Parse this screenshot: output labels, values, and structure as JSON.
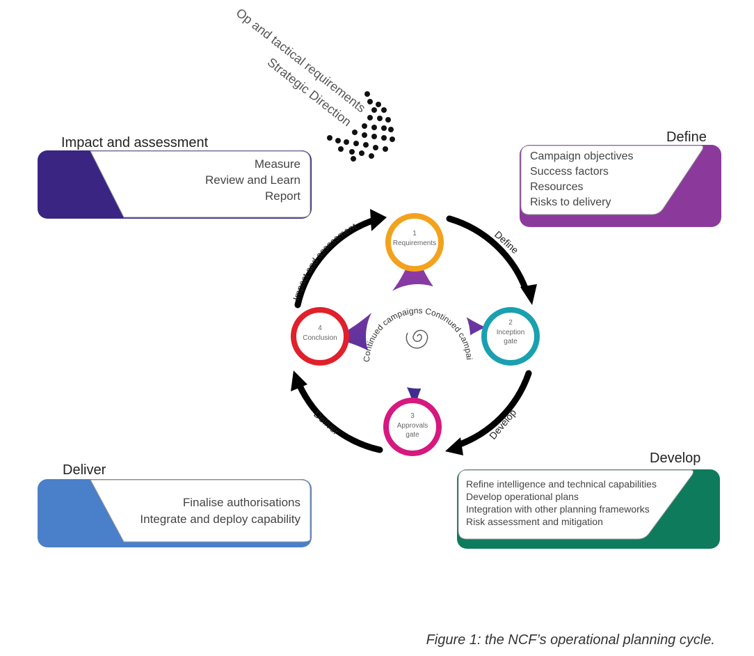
{
  "top_text": {
    "line1": "Op and tactical requirements",
    "line2": "Strategic Direction"
  },
  "panels": {
    "impact": {
      "title": "Impact and assessment",
      "items": [
        "Measure",
        "Review and Learn",
        "Report"
      ],
      "color": "#3a2583"
    },
    "define": {
      "title": "Define",
      "items": [
        "Campaign objectives",
        "Success factors",
        "Resources",
        "Risks to delivery"
      ],
      "color": "#8b3a9c"
    },
    "deliver": {
      "title": "Deliver",
      "items": [
        "Finalise authorisations",
        "Integrate and deploy capability"
      ],
      "color": "#4a7fc9"
    },
    "develop": {
      "title": "Develop",
      "items": [
        "Refine intelligence and technical capabilities",
        "Develop operational plans",
        "Integration with other planning frameworks",
        "Risk assessment and mitigation"
      ],
      "color": "#0e7b5d"
    }
  },
  "cycle": {
    "center_text": "Continued campaigns Continued campaigns Continued campaigns Continued campaigns",
    "arrow_labels": {
      "define": "Define",
      "develop": "Develop",
      "deliver": "Deliver",
      "impact": "Impact and assessment"
    },
    "nodes": [
      {
        "num": "1",
        "label": "Requirements",
        "label2": "",
        "color": "#f3a21d"
      },
      {
        "num": "2",
        "label": "Inception",
        "label2": "gate",
        "color": "#1aa0b0"
      },
      {
        "num": "3",
        "label": "Approvals",
        "label2": "gate",
        "color": "#d6187f"
      },
      {
        "num": "4",
        "label": "Conclusion",
        "label2": "",
        "color": "#e0202a"
      }
    ],
    "star_colors": {
      "top": "#9b3fa3",
      "bottom": "#3b2a8a"
    }
  },
  "caption": "Figure 1: the NCF’s operational planning cycle."
}
